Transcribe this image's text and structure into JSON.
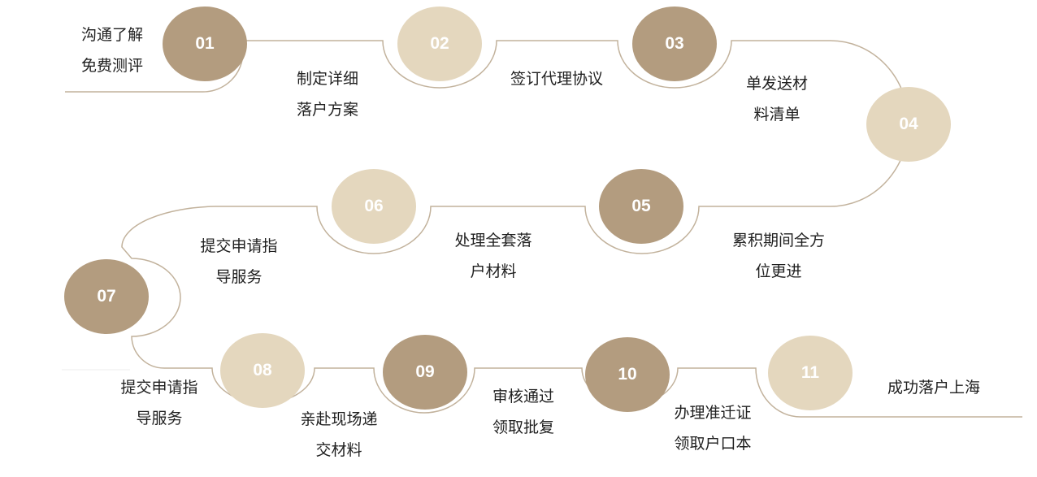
{
  "colors": {
    "dark": "#b39c7f",
    "light": "#e4d7be",
    "line": "#c2b29c"
  },
  "steps": [
    {
      "num": "01",
      "lines": [
        "沟通了解",
        "免费测评"
      ],
      "tone": "dark"
    },
    {
      "num": "02",
      "lines": [
        "制定详细",
        "落户方案"
      ],
      "tone": "light"
    },
    {
      "num": "03",
      "lines": [
        "签订代理协议"
      ],
      "tone": "dark"
    },
    {
      "num": "04",
      "lines": [
        "单发送材",
        "料清单"
      ],
      "tone": "light"
    },
    {
      "num": "05",
      "lines": [
        "累积期间全方",
        "位更进"
      ],
      "tone": "dark"
    },
    {
      "num": "06",
      "lines": [
        "处理全套落",
        "户材料"
      ],
      "tone": "light"
    },
    {
      "num": "07",
      "lines": [
        "提交申请指",
        "导服务"
      ],
      "tone": "dark"
    },
    {
      "num": "08",
      "lines": [
        "提交申请指",
        "导服务"
      ],
      "tone": "light"
    },
    {
      "num": "09",
      "lines": [
        "亲赴现场递",
        "交材料"
      ],
      "tone": "dark"
    },
    {
      "num": "10",
      "lines": [
        "审核通过",
        "领取批复"
      ],
      "tone": "dark"
    },
    {
      "num": "11",
      "lines": [
        "办理准迁证",
        "领取户口本"
      ],
      "tone": "light"
    }
  ],
  "final_label": "成功落户上海"
}
